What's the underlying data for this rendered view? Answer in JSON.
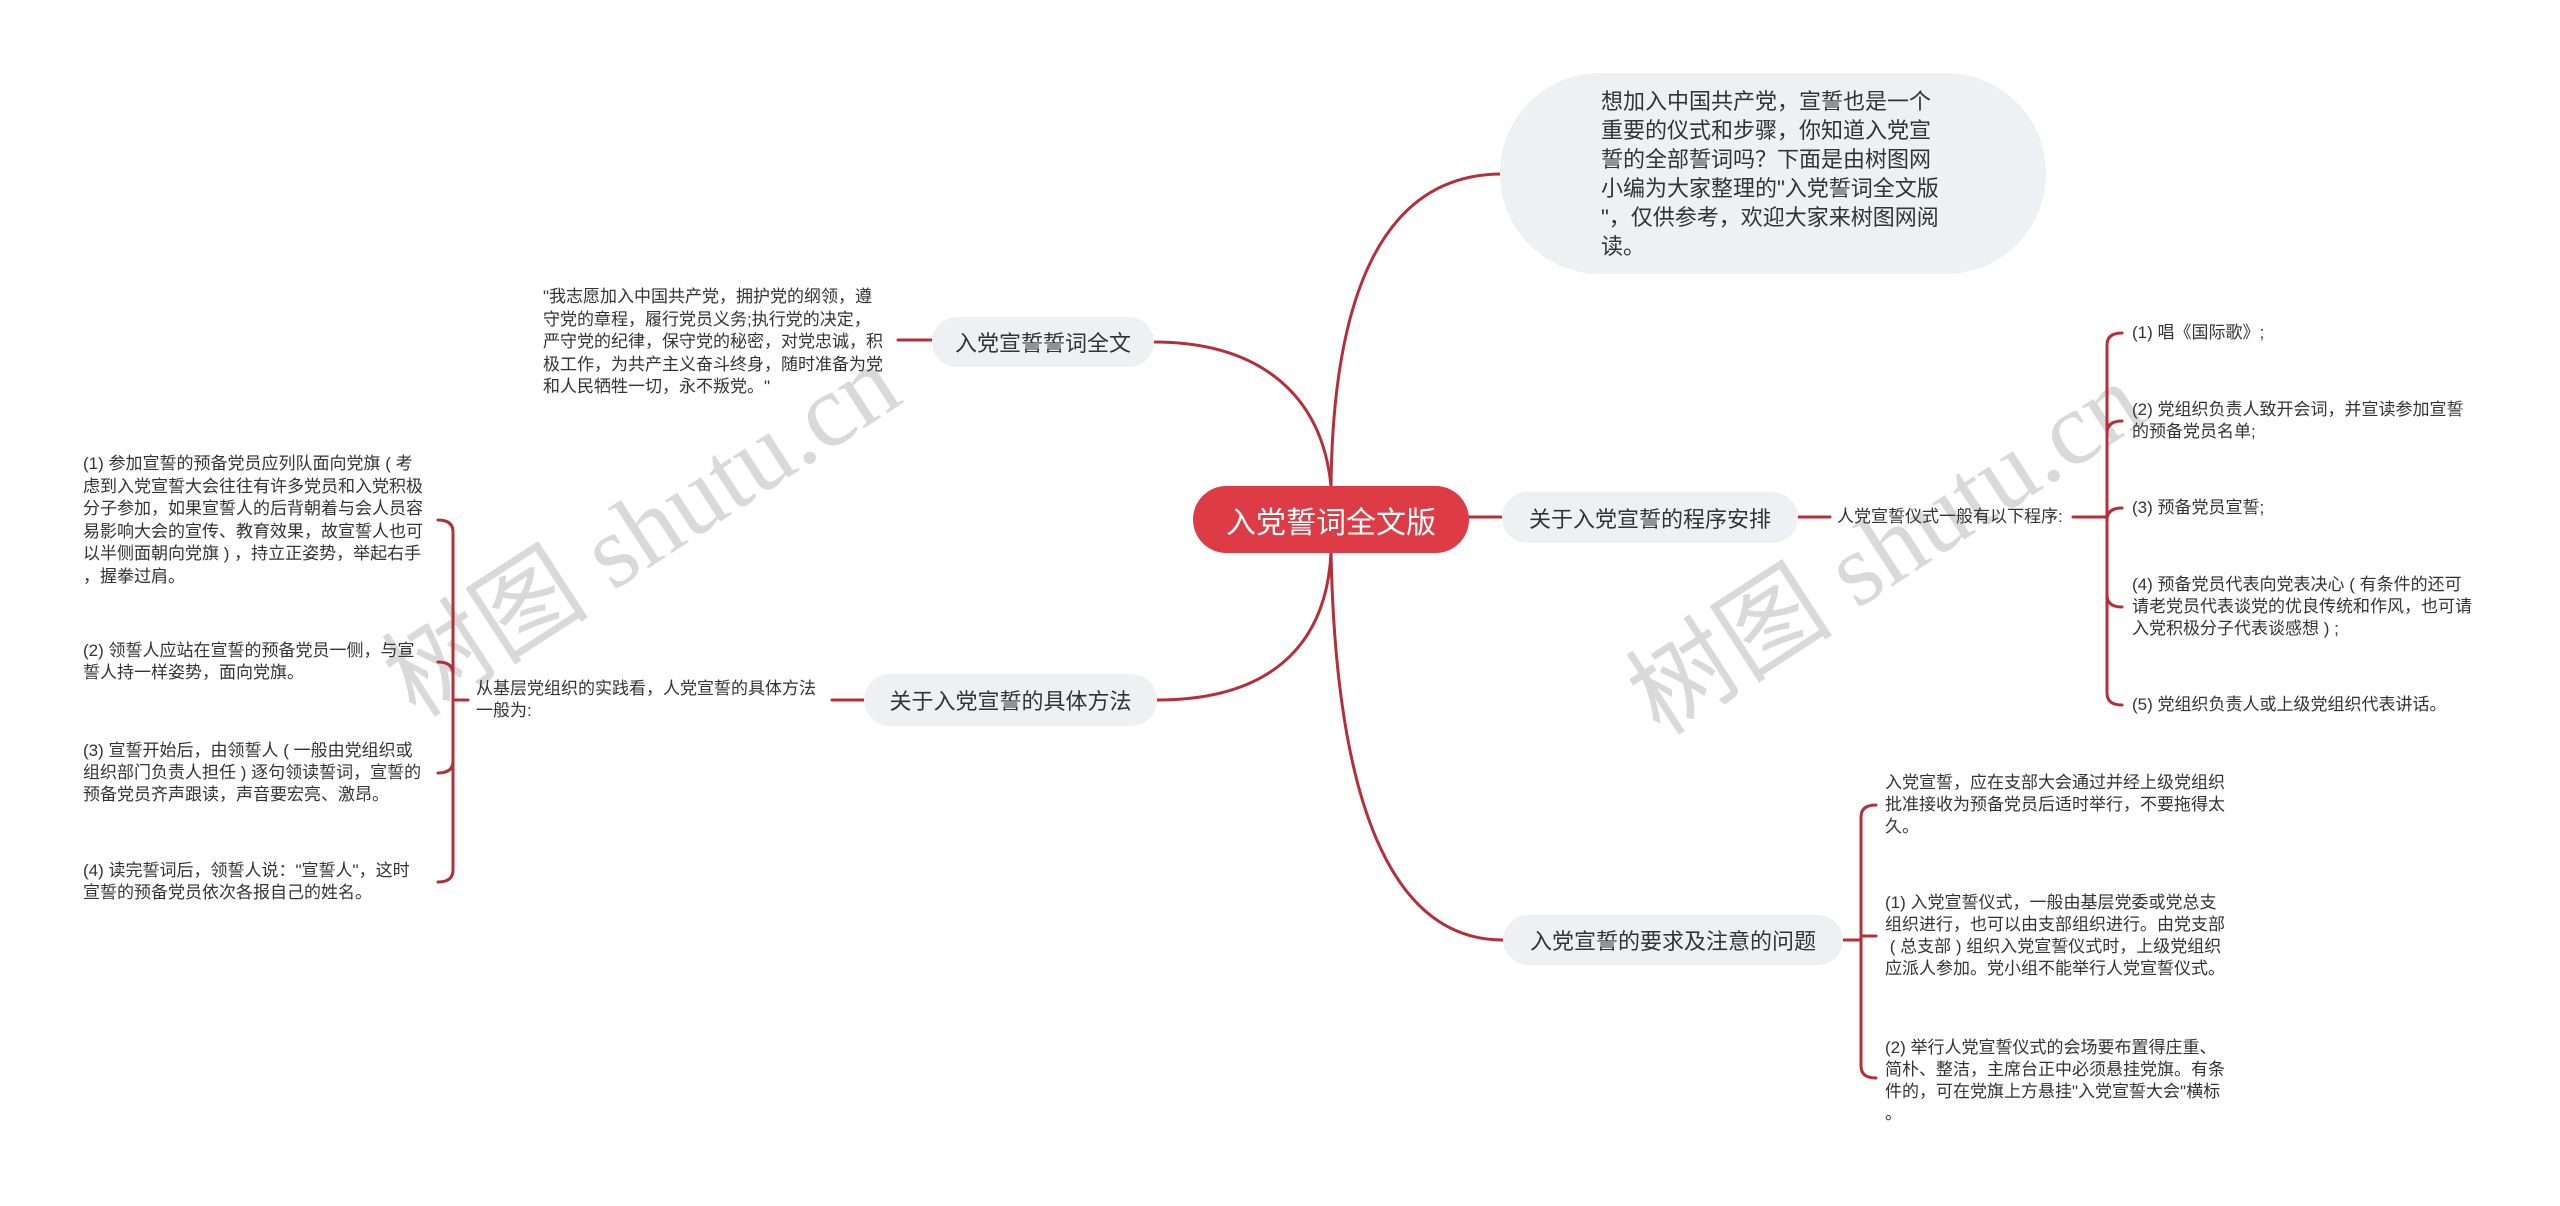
{
  "mindmap": {
    "root": {
      "label": "入党誓词全文版"
    },
    "intro": {
      "text": "想加入中国共产党，宣誓也是一个\n重要的仪式和步骤，你知道入党宣\n誓的全部誓词吗？下面是由树图网\n小编为大家整理的\"入党誓词全文版\n\"，仅供参考，欢迎大家来树图网阅\n读。"
    },
    "branches": [
      {
        "label": "入党宣誓誓词全文",
        "children": [
          {
            "text": "\"我志愿加入中国共产党，拥护党的纲领，遵\n守党的章程，履行党员义务;执行党的决定，\n严守党的纪律，保守党的秘密，对党忠诚，积\n极工作，为共产主义奋斗终身，随时准备为党\n和人民牺牲一切，永不叛党。\""
          }
        ]
      },
      {
        "label": "关于入党宣誓的程序安排",
        "children": [
          {
            "text": "人党宣誓仪式一般有以下程序:",
            "children": [
              {
                "text": "(1) 唱《国际歌》;"
              },
              {
                "text": "(2) 党组织负责人致开会词，并宣读参加宣誓\n的预备党员名单;"
              },
              {
                "text": "(3) 预备党员宣誓;"
              },
              {
                "text": "(4) 预备党员代表向党表决心 ( 有条件的还可\n请老党员代表谈党的优良传统和作风，也可请\n入党积极分子代表谈感想 ) ;"
              },
              {
                "text": "(5) 党组织负责人或上级党组织代表讲话。"
              }
            ]
          }
        ]
      },
      {
        "label": "关于入党宣誓的具体方法",
        "children": [
          {
            "text": "从基层党组织的实践看，人党宣誓的具体方法\n一般为:",
            "children": [
              {
                "text": "(1) 参加宣誓的预备党员应列队面向党旗 ( 考\n虑到入党宣誓大会往往有许多党员和入党积极\n分子参加，如果宣誓人的后背朝着与会人员容\n易影响大会的宣传、教育效果，故宣誓人也可\n以半侧面朝向党旗 ) ，持立正姿势，举起右手\n，握拳过肩。"
              },
              {
                "text": "(2) 领誓人应站在宣誓的预备党员一侧，与宣\n誓人持一样姿势，面向党旗。"
              },
              {
                "text": "(3) 宣誓开始后，由领誓人 ( 一般由党组织或\n组织部门负责人担任 ) 逐句领读誓词，宣誓的\n预备党员齐声跟读，声音要宏亮、激昂。"
              },
              {
                "text": "(4) 读完誓词后，领誓人说：\"宣誓人\"，这时\n宣誓的预备党员依次各报自己的姓名。"
              }
            ]
          }
        ]
      },
      {
        "label": "入党宣誓的要求及注意的问题",
        "children": [
          {
            "text": "入党宣誓，应在支部大会通过并经上级党组织\n批准接收为预备党员后适时举行，不要拖得太\n久。"
          },
          {
            "text": "(1) 入党宣誓仪式，一般由基层党委或党总支\n组织进行，也可以由支部组织进行。由党支部\n ( 总支部 ) 组织入党宣誓仪式时，上级党组织\n应派人参加。党小组不能举行人党宣誓仪式。"
          },
          {
            "text": "(2) 举行人党宣誓仪式的会场要布置得庄重、\n简朴、整洁，主席台正中必须悬挂党旗。有条\n件的，可在党旗上方悬挂\"入党宣誓大会\"横标\n。"
          }
        ]
      }
    ]
  },
  "watermark": {
    "text": "树图 shutu.cn"
  },
  "colors": {
    "root_fill": "#dd3b45",
    "root_text": "#ffffff",
    "node_fill": "#eef0f3",
    "connector": "#b3303a",
    "text": "#333333",
    "watermark": "#d9d9d9"
  }
}
